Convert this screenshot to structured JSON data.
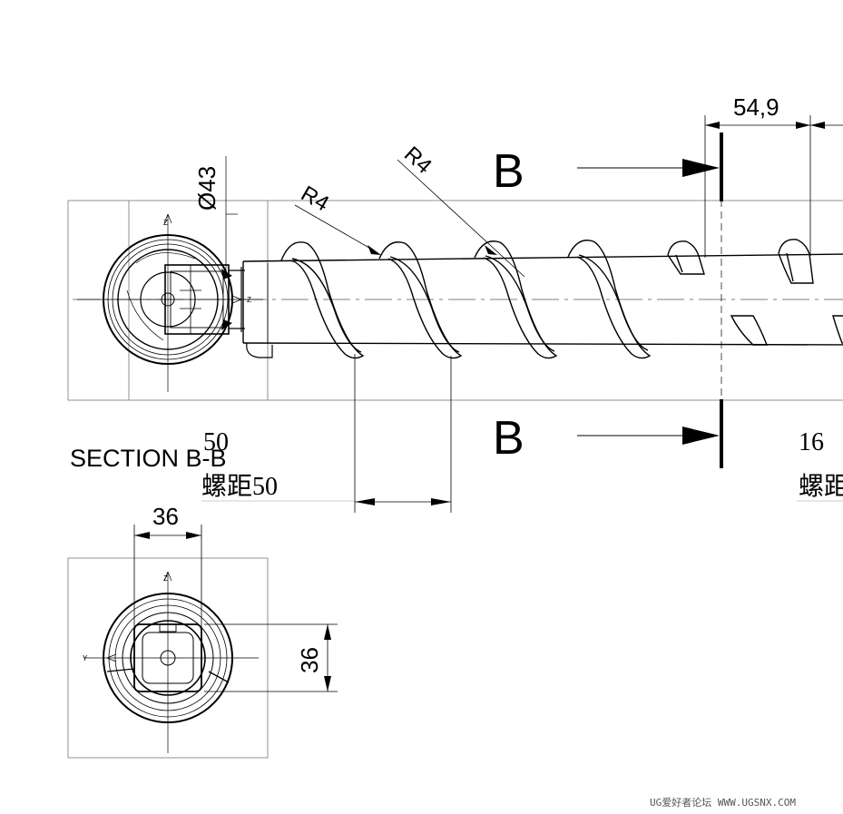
{
  "dimensions": {
    "phi43": "Ø43",
    "r4_left": "R4",
    "r4_right": "R4",
    "d54_9": "54,9",
    "d36_top": "36",
    "d36_side": "36"
  },
  "section_marks": {
    "top_letter": "B",
    "bottom_letter": "B",
    "section_title": "SECTION B-B"
  },
  "pitch_labels": {
    "left_value": "50",
    "left_pitch": "螺距50",
    "right_value": "16",
    "right_pitch": "螺距"
  },
  "axis_labels": {
    "z_main_v": "Z",
    "z_main_h": "Z",
    "z_section": "Z",
    "y_section": "Y"
  },
  "watermark": "UG爱好者论坛 WWW.UGSNX.COM",
  "colors": {
    "line": "#000000",
    "thin": "#333333",
    "frame": "#777777",
    "watermark": "#555555"
  }
}
